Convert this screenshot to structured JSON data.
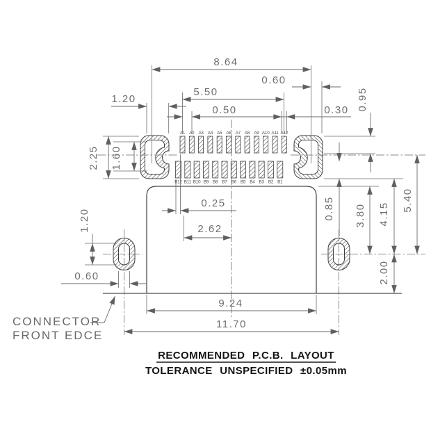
{
  "title": {
    "line1": "RECOMMENDED P.C.B. LAYOUT",
    "line2": "TOLERANCE UNSPECIFIED ±0.05mm"
  },
  "annotations": {
    "front_edge_line1": "CONNECTOR",
    "front_edge_line2": "FRONT EDCE"
  },
  "dims": {
    "shell_pad_span": "8.64",
    "shell_slot_to_edge": "0.60",
    "pad_row_span": "5.50",
    "shell_pad_width": "1.20",
    "pad_pitch": "0.50",
    "pad_width": "0.30",
    "pad_length": "0.95",
    "shell_pad_height": "2.25",
    "shell_slot_height": "1.60",
    "row_offset": "0.25",
    "center_offset": "2.62",
    "edge_offset": "0.85",
    "hole_to_body_top": "3.80",
    "hole_to_pad_bottom": "4.15",
    "hole_to_slot_center": "5.40",
    "hole_to_front_edge": "2.00",
    "hole_slot_height": "1.20",
    "hole_slot_width": "0.60",
    "body_width": "9.24",
    "hole_span": "11.70"
  },
  "pins": {
    "top_row": [
      "A1",
      "A2",
      "A3",
      "A4",
      "A5",
      "A6",
      "A7",
      "A8",
      "A9",
      "A10",
      "A11",
      "A12"
    ],
    "bottom_row": [
      "B12",
      "B11",
      "B10",
      "B9",
      "B8",
      "B7",
      "B6",
      "B5",
      "B4",
      "B3",
      "B2",
      "B1"
    ]
  },
  "colors": {
    "background": "#ffffff",
    "line": "#4d4d4d",
    "dim_text": "#6e6e6e",
    "title_text": "#141414"
  }
}
